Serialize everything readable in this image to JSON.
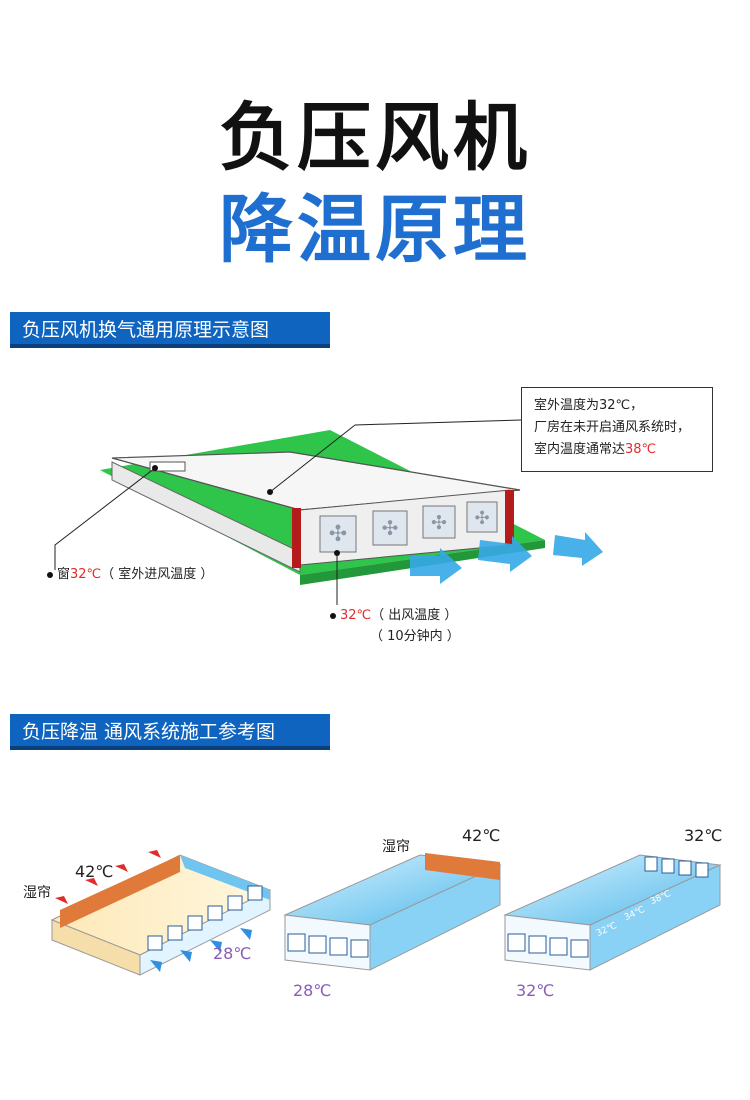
{
  "title": {
    "line1": "负压风机",
    "line2": "降温原理"
  },
  "section1": {
    "header": "负压风机换气通用原理示意图"
  },
  "callout": {
    "line1": "室外温度为32℃，",
    "line2": "厂房在未开启通风系统时，",
    "line3_prefix": "室内温度通常达",
    "line3_value": "38℃"
  },
  "window_label": {
    "prefix": "窗",
    "temp": "32℃",
    "note": "（ 室外进风温度 ）"
  },
  "outlet_label": {
    "temp": "32℃",
    "note": "（ 出风温度 ）",
    "sub": "（ 10分钟内 ）"
  },
  "section2": {
    "header": "负压降温 通风系统施工参考图"
  },
  "diagrams": [
    {
      "pad_label": "湿帘",
      "inlet_temp": "42℃",
      "outlet_temp": "28℃"
    },
    {
      "pad_label": "湿帘",
      "inlet_temp": "42℃",
      "outlet_temp": "28℃"
    },
    {
      "inlet_temp": "32℃",
      "outlet_temp": "32℃",
      "gradient": [
        "32℃",
        "34℃",
        "38℃"
      ]
    }
  ],
  "colors": {
    "brand_blue": "#1f6fd1",
    "bar_blue": "#0f64c0",
    "hot_red": "#e32b2b",
    "grass_green": "#2fc44a",
    "pad_orange": "#e07a3a",
    "temp_purple": "#8a5cb8"
  }
}
